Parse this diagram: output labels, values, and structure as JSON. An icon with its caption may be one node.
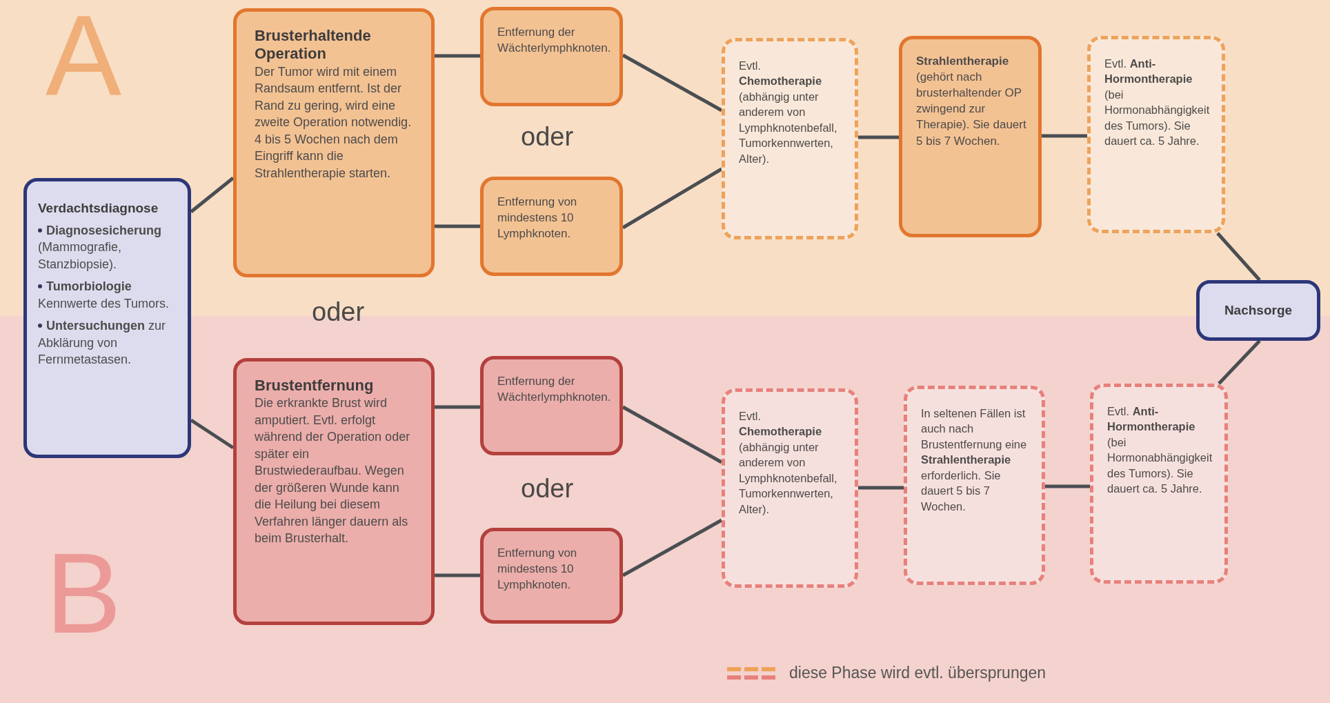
{
  "diagram": {
    "nodes": [
      {
        "text": [
          "Verdachtsdiagnose",
          "**Diagnosesicherung** (Mammografie, Stanzbiopsie).",
          "**Tumorbiologie** Kennwerte des Tumors.",
          "**Untersuchungen** zur Abklärung von Fernmetastasen."
        ]
      },
      {
        "text": [
          "Brusterhaltende Operation",
          "Der Tumor wird mit einem Randsaum entfernt. Ist der Rand zu gering, wird eine zweite Operation notwendig. 4 bis 5 Wochen nach dem Eingriff kann die Strahlentherapie starten."
        ]
      },
      {
        "text": [
          "Entfernung der Wächterlymphknoten."
        ]
      },
      {
        "text": [
          "Entfernung von mindestens 10 Lymphknoten."
        ]
      },
      {
        "text": [
          "Evtl. **Chemotherapie** (abhängig unter anderem von Lymphknotenbefall, Tumorkennwerten, Alter)."
        ]
      },
      {
        "text": [
          "**Strahlentherapie** (gehört nach brusterhaltender OP zwingend zur Therapie). Sie dauert 5 bis 7 Wochen."
        ]
      },
      {
        "text": [
          "Evtl. **Anti-Hormontherapie** (bei Hormonabhängigkeit des Tumors). Sie dauert ca. 5 Jahre."
        ]
      },
      {
        "text": [
          "Nachsorge"
        ]
      },
      {
        "text": [
          "Brustentfernung",
          "Die erkrankte Brust wird amputiert. Evtl. erfolgt während der Operation oder später ein Brustwiederaufbau. Wegen der größeren Wunde kann die Heilung bei diesem Verfahren länger dauern als beim Brusterhalt."
        ]
      },
      {
        "text": [
          "Entfernung der Wächterlymphknoten."
        ]
      },
      {
        "text": [
          "Entfernung von mindestens 10 Lymphknoten."
        ]
      },
      {
        "text": [
          "Evtl. **Chemotherapie** (abhängig unter anderem von Lymphknotenbefall, Tumorkennwerten, Alter)."
        ]
      },
      {
        "text": [
          "In seltenen Fällen ist auch nach Brustentfernung eine **Strahlentherapie** erforderlich. Sie dauert 5 bis 7 Wochen."
        ]
      },
      {
        "text": [
          "Evtl. **Anti-Hormontherapie** (bei Hormonabhängigkeit des Tumors). Sie dauert ca. 5 Jahre."
        ]
      }
    ],
    "edges": [
      {
        "from": 0,
        "to": 1,
        "arrow": "none"
      },
      {
        "from": 0,
        "to": 8,
        "arrow": "none"
      },
      {
        "from": 1,
        "to": 2,
        "arrow": "none"
      },
      {
        "from": 1,
        "to": 3,
        "arrow": "none"
      },
      {
        "from": 2,
        "to": 4,
        "arrow": "none"
      },
      {
        "from": 3,
        "to": 4,
        "arrow": "none"
      },
      {
        "from": 4,
        "to": 5,
        "arrow": "none"
      },
      {
        "from": 5,
        "to": 6,
        "arrow": "none"
      },
      {
        "from": 6,
        "to": 7,
        "arrow": "none"
      },
      {
        "from": 8,
        "to": 9,
        "arrow": "none"
      },
      {
        "from": 8,
        "to": 10,
        "arrow": "none"
      },
      {
        "from": 9,
        "to": 11,
        "arrow": "none"
      },
      {
        "from": 10,
        "to": 11,
        "arrow": "none"
      },
      {
        "from": 11,
        "to": 12,
        "arrow": "none"
      },
      {
        "from": 12,
        "to": 13,
        "arrow": "none"
      },
      {
        "from": 13,
        "to": 7,
        "arrow": "none"
      }
    ],
    "labels": [
      "A",
      "oder",
      "oder",
      "oder",
      "B"
    ],
    "legend": [
      {
        "text": "diese Phase wird evtl. übersprungen"
      }
    ]
  }
}
